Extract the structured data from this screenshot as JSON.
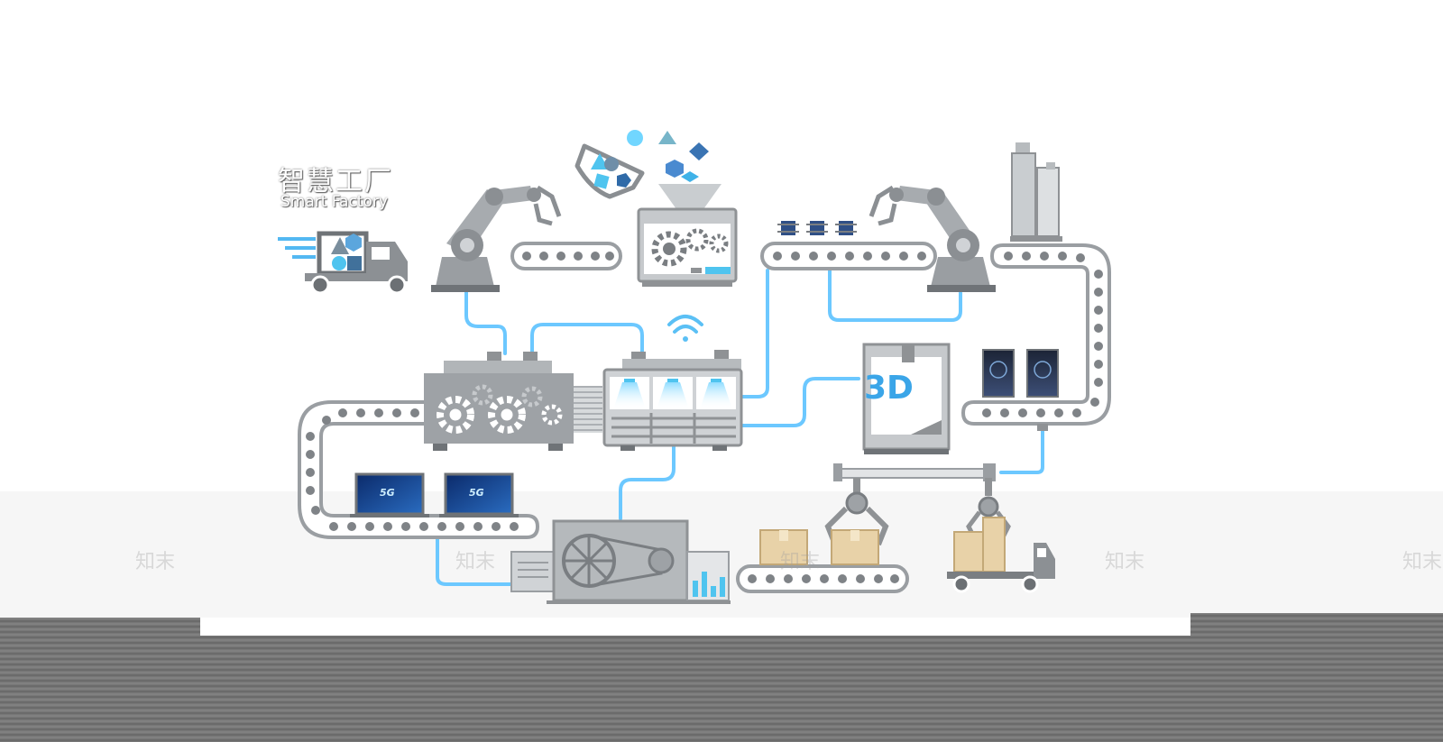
{
  "title": {
    "zh": "智慧工厂",
    "en": "Smart Factory"
  },
  "printer_label": "3D",
  "laptop_labels": [
    "5G",
    "5G"
  ],
  "watermark": "知末",
  "colors": {
    "machine": "#c6c9cc",
    "machine_dark": "#8f9295",
    "cable": "#6cc8ff",
    "cable_dark": "#49a9f0",
    "wall": "#ffffff",
    "floor": "#6f6f6f",
    "box": "#e8d2a8"
  },
  "icons": [
    "robot-arm-icon",
    "truck-icon",
    "gear-icon",
    "wifi-icon",
    "silo-icon",
    "3d-printer-icon",
    "laptop-icon",
    "parcel-box-icon",
    "chip-icon",
    "funnel-icon"
  ]
}
